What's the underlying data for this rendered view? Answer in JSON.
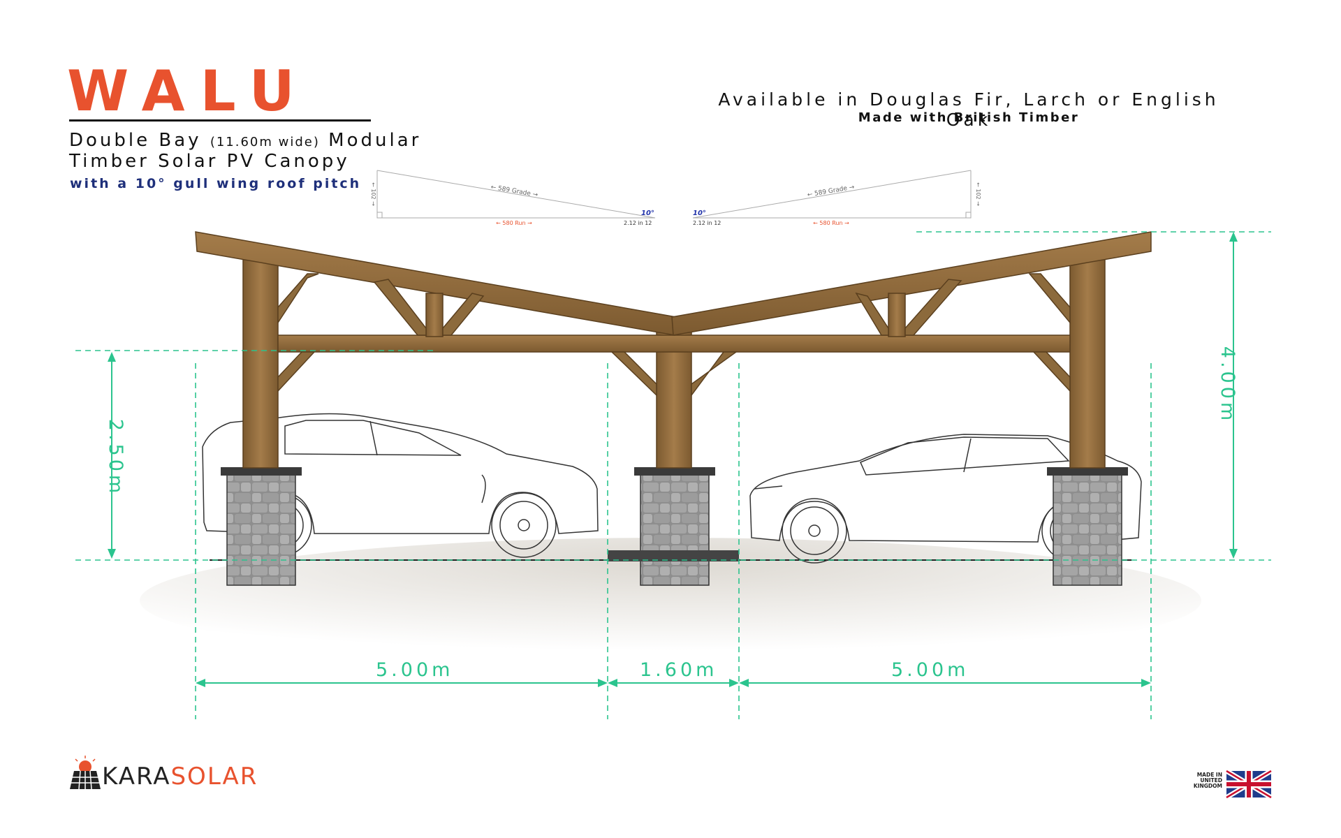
{
  "header": {
    "title": "WALU",
    "subtitle_part1": "Double Bay",
    "subtitle_small": "(11.60m wide)",
    "subtitle_part2": "Modular",
    "subtitle_line2": "Timber Solar PV Canopy",
    "subtitle_line3": "with a 10° gull wing roof pitch"
  },
  "availability": {
    "line1": "Available in Douglas Fir, Larch or English Oak",
    "line2": "Made with British Timber"
  },
  "pitch_diagrams": {
    "grade_label": "← 589 Grade →",
    "run_label": "← 580 Run →",
    "rise_label": "← 102 →",
    "angle_label": "10°",
    "ratio_label": "2.12 in 12"
  },
  "dimensions": {
    "bay_width_left": "5.00m",
    "gap_width": "1.60m",
    "bay_width_right": "5.00m",
    "clear_height": "2.50m",
    "overall_height": "4.00m"
  },
  "branding": {
    "logo_kara": "KARA",
    "logo_solar": "SOLAR",
    "made_in": "MADE IN UNITED KINGDOM"
  },
  "colors": {
    "brand_orange": "#e8522e",
    "dimension_green": "#2bc48e",
    "timber": "#9a7444",
    "subtitle_blue": "#1e2f7a"
  },
  "icons": [
    "solar-panel-logo-icon",
    "union-jack-flag-icon",
    "car-left-icon",
    "car-right-icon"
  ]
}
